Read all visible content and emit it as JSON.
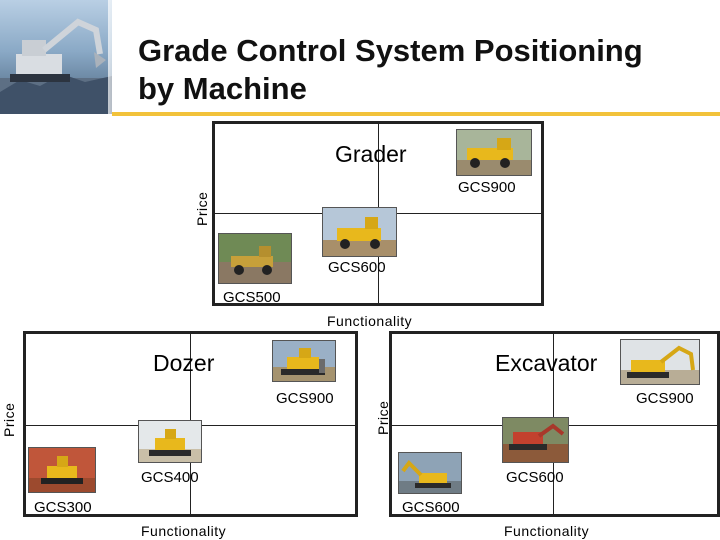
{
  "slide": {
    "title_line1": "Grade Control System Positioning",
    "title_line2": "by Machine",
    "colors": {
      "accent_rule": "#f2c23a",
      "machine_yellow": "#e8b81c",
      "frame": "#222222"
    }
  },
  "grader": {
    "heading": "Grader",
    "y_axis": "Price",
    "x_axis": "Functionality",
    "labels": {
      "high": "GCS900",
      "mid": "GCS600",
      "low": "GCS500"
    }
  },
  "dozer": {
    "heading": "Dozer",
    "y_axis": "Price",
    "x_axis": "Functionality",
    "labels": {
      "high": "GCS900",
      "mid": "GCS400",
      "low": "GCS300"
    }
  },
  "excavator": {
    "heading": "Excavator",
    "y_axis": "Price",
    "x_axis": "Functionality",
    "labels": {
      "high": "GCS900",
      "mid": "GCS600",
      "low": "GCS600"
    }
  }
}
